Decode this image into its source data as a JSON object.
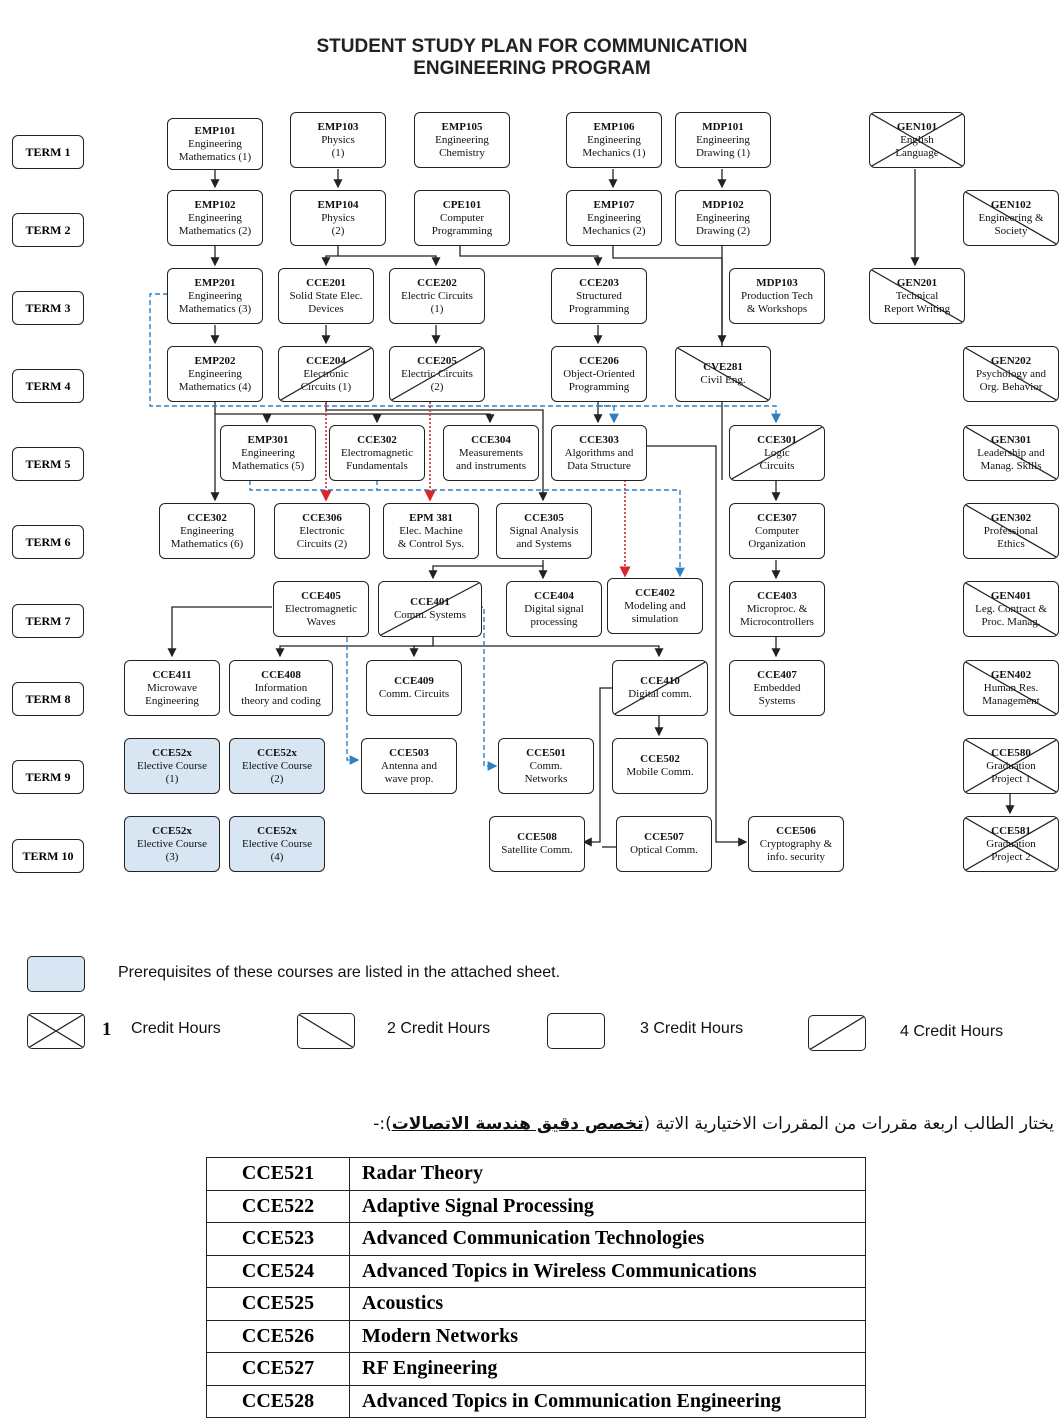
{
  "title": {
    "line1": "STUDENT STUDY PLAN FOR COMMUNICATION",
    "line2": "ENGINEERING PROGRAM"
  },
  "terms": [
    "TERM 1",
    "TERM 2",
    "TERM 3",
    "TERM 4",
    "TERM 5",
    "TERM 6",
    "TERM 7",
    "TERM 8",
    "TERM 9",
    "TERM 10"
  ],
  "courses": [
    {
      "id": "EMP101",
      "code": "EMP101",
      "name": "Engineering\nMathematics (1)",
      "term": 1,
      "credit": 3
    },
    {
      "id": "EMP103",
      "code": "EMP103",
      "name": "Physics\n(1)",
      "term": 1,
      "credit": 3
    },
    {
      "id": "EMP105",
      "code": "EMP105",
      "name": "Engineering\nChemistry",
      "term": 1,
      "credit": 3
    },
    {
      "id": "EMP106",
      "code": "EMP106",
      "name": "Engineering\nMechanics (1)",
      "term": 1,
      "credit": 3
    },
    {
      "id": "MDP101",
      "code": "MDP101",
      "name": "Engineering\nDrawing (1)",
      "term": 1,
      "credit": 3
    },
    {
      "id": "GEN101",
      "code": "GEN101",
      "name": "English\nLanguage",
      "term": 1,
      "credit": 1
    },
    {
      "id": "EMP102",
      "code": "EMP102",
      "name": "Engineering\nMathematics (2)",
      "term": 2,
      "credit": 3
    },
    {
      "id": "EMP104",
      "code": "EMP104",
      "name": "Physics\n(2)",
      "term": 2,
      "credit": 3
    },
    {
      "id": "CPE101",
      "code": "CPE101",
      "name": "Computer\nProgramming",
      "term": 2,
      "credit": 3
    },
    {
      "id": "EMP107",
      "code": "EMP107",
      "name": "Engineering\nMechanics (2)",
      "term": 2,
      "credit": 3
    },
    {
      "id": "MDP102",
      "code": "MDP102",
      "name": "Engineering\nDrawing (2)",
      "term": 2,
      "credit": 3
    },
    {
      "id": "GEN102",
      "code": "GEN102",
      "name": "Engineering &\nSociety",
      "term": 2,
      "credit": 2
    },
    {
      "id": "EMP201",
      "code": "EMP201",
      "name": "Engineering\nMathematics (3)",
      "term": 3,
      "credit": 3
    },
    {
      "id": "CCE201",
      "code": "CCE201",
      "name": "Solid State Elec.\nDevices",
      "term": 3,
      "credit": 3
    },
    {
      "id": "CCE202",
      "code": "CCE202",
      "name": "Electric Circuits\n(1)",
      "term": 3,
      "credit": 3
    },
    {
      "id": "CCE203",
      "code": "CCE203",
      "name": "Structured\nProgramming",
      "term": 3,
      "credit": 3
    },
    {
      "id": "MDP103",
      "code": "MDP103",
      "name": "Production Tech\n& Workshops",
      "term": 3,
      "credit": 3
    },
    {
      "id": "GEN201",
      "code": "GEN201",
      "name": "Technical\nReport Writing",
      "term": 3,
      "credit": 2
    },
    {
      "id": "EMP202",
      "code": "EMP202",
      "name": "Engineering\nMathematics (4)",
      "term": 4,
      "credit": 3
    },
    {
      "id": "CCE204",
      "code": "CCE204",
      "name": "Electronic\nCircuits (1)",
      "term": 4,
      "credit": 4
    },
    {
      "id": "CCE205",
      "code": "CCE205",
      "name": "Electric Circuits\n(2)",
      "term": 4,
      "credit": 4
    },
    {
      "id": "CCE206",
      "code": "CCE206",
      "name": "Object-Oriented\nProgramming",
      "term": 4,
      "credit": 3
    },
    {
      "id": "CVE281",
      "code": "CVE281",
      "name": "Civil Eng.",
      "term": 4,
      "credit": 2
    },
    {
      "id": "GEN202",
      "code": "GEN202",
      "name": "Psychology and\nOrg. Behavior",
      "term": 4,
      "credit": 2
    },
    {
      "id": "EMP301",
      "code": "EMP301",
      "name": "Engineering\nMathematics (5)",
      "term": 5,
      "credit": 3
    },
    {
      "id": "CCE302a",
      "code": "CCE302",
      "name": "Electromagnetic\nFundamentals",
      "term": 5,
      "credit": 3
    },
    {
      "id": "CCE304",
      "code": "CCE304",
      "name": "Measurements\nand instruments",
      "term": 5,
      "credit": 3
    },
    {
      "id": "CCE303",
      "code": "CCE303",
      "name": "Algorithms and\nData Structure",
      "term": 5,
      "credit": 3
    },
    {
      "id": "CCE301",
      "code": "CCE301",
      "name": "Logic\nCircuits",
      "term": 5,
      "credit": 4
    },
    {
      "id": "GEN301",
      "code": "GEN301",
      "name": "Leadership and\nManag. Skills",
      "term": 5,
      "credit": 2
    },
    {
      "id": "CCE302b",
      "code": "CCE302",
      "name": "Engineering\nMathematics (6)",
      "term": 6,
      "credit": 3
    },
    {
      "id": "CCE306",
      "code": "CCE306",
      "name": "Electronic\nCircuits (2)",
      "term": 6,
      "credit": 3
    },
    {
      "id": "EPM381",
      "code": "EPM 381",
      "name": "Elec. Machine\n& Control Sys.",
      "term": 6,
      "credit": 3
    },
    {
      "id": "CCE305",
      "code": "CCE305",
      "name": "Signal Analysis\nand Systems",
      "term": 6,
      "credit": 3
    },
    {
      "id": "CCE307",
      "code": "CCE307",
      "name": "Computer\nOrganization",
      "term": 6,
      "credit": 3
    },
    {
      "id": "GEN302",
      "code": "GEN302",
      "name": "Professional\nEthics",
      "term": 6,
      "credit": 2
    },
    {
      "id": "CCE405",
      "code": "CCE405",
      "name": "Electromagnetic\nWaves",
      "term": 7,
      "credit": 3
    },
    {
      "id": "CCE401",
      "code": "CCE401",
      "name": "Comm. Systems",
      "term": 7,
      "credit": 4
    },
    {
      "id": "CCE404",
      "code": "CCE404",
      "name": "Digital signal\nprocessing",
      "term": 7,
      "credit": 3
    },
    {
      "id": "CCE402",
      "code": "CCE402",
      "name": "Modeling and\nsimulation",
      "term": 7,
      "credit": 3
    },
    {
      "id": "CCE403",
      "code": "CCE403",
      "name": "Microproc. &\nMicrocontrollers",
      "term": 7,
      "credit": 3
    },
    {
      "id": "GEN401",
      "code": "GEN401",
      "name": "Leg. Contract &\nProc. Manag.",
      "term": 7,
      "credit": 2
    },
    {
      "id": "CCE411",
      "code": "CCE411",
      "name": "Microwave\nEngineering",
      "term": 8,
      "credit": 3
    },
    {
      "id": "CCE408",
      "code": "CCE408",
      "name": "Information\ntheory and coding",
      "term": 8,
      "credit": 3
    },
    {
      "id": "CCE409",
      "code": "CCE409",
      "name": "Comm. Circuits",
      "term": 8,
      "credit": 3
    },
    {
      "id": "CCE410",
      "code": "CCE410",
      "name": "Digital comm.",
      "term": 8,
      "credit": 4
    },
    {
      "id": "CCE407",
      "code": "CCE407",
      "name": "Embedded\nSystems",
      "term": 8,
      "credit": 3
    },
    {
      "id": "GEN402",
      "code": "GEN402",
      "name": "Human Res.\nManagement",
      "term": 8,
      "credit": 2
    },
    {
      "id": "CCE52x_1",
      "code": "CCE52x",
      "name": "Elective Course\n(1)",
      "term": 9,
      "credit": 3,
      "elective": true
    },
    {
      "id": "CCE52x_2",
      "code": "CCE52x",
      "name": "Elective Course\n(2)",
      "term": 9,
      "credit": 3,
      "elective": true
    },
    {
      "id": "CCE503",
      "code": "CCE503",
      "name": "Antenna and\nwave prop.",
      "term": 9,
      "credit": 3
    },
    {
      "id": "CCE501",
      "code": "CCE501",
      "name": "Comm.\nNetworks",
      "term": 9,
      "credit": 3
    },
    {
      "id": "CCE502",
      "code": "CCE502",
      "name": "Mobile Comm.",
      "term": 9,
      "credit": 3
    },
    {
      "id": "CCE580",
      "code": "CCE580",
      "name": "Graduation\nProject 1",
      "term": 9,
      "credit": 1
    },
    {
      "id": "CCE52x_3",
      "code": "CCE52x",
      "name": "Elective Course\n(3)",
      "term": 10,
      "credit": 3,
      "elective": true
    },
    {
      "id": "CCE52x_4",
      "code": "CCE52x",
      "name": "Elective Course\n(4)",
      "term": 10,
      "credit": 3,
      "elective": true
    },
    {
      "id": "CCE508",
      "code": "CCE508",
      "name": "Satellite Comm.",
      "term": 10,
      "credit": 3
    },
    {
      "id": "CCE507",
      "code": "CCE507",
      "name": "Optical Comm.",
      "term": 10,
      "credit": 3
    },
    {
      "id": "CCE506",
      "code": "CCE506",
      "name": "Cryptography &\ninfo. security",
      "term": 10,
      "credit": 3
    },
    {
      "id": "CCE581",
      "code": "CCE581",
      "name": "Graduation\nProject 2",
      "term": 10,
      "credit": 1
    }
  ],
  "legend": {
    "elective_note": "Prerequisites of these courses are listed in the attached sheet.",
    "one_number": "1",
    "one_credit": "Credit Hours",
    "two_credit": "2 Credit Hours",
    "three_credit": "3 Credit Hours",
    "four_credit": "4 Credit Hours",
    "elective_fill": "#d8e5f2"
  },
  "arabic_note": {
    "prefix": "يختار الطالب اربعة مقررات من المقررات الاختيارية الاتية (",
    "underlined": "تخصص دقيق هندسة الاتصالات",
    "suffix": "):-"
  },
  "electives": [
    {
      "code": "CCE521",
      "title": "Radar Theory"
    },
    {
      "code": "CCE522",
      "title": "Adaptive Signal Processing"
    },
    {
      "code": "CCE523",
      "title": "Advanced Communication Technologies"
    },
    {
      "code": "CCE524",
      "title": "Advanced Topics in  Wireless Communications"
    },
    {
      "code": "CCE525",
      "title": "Acoustics"
    },
    {
      "code": "CCE526",
      "title": "Modern Networks"
    },
    {
      "code": "CCE527",
      "title": "RF Engineering"
    },
    {
      "code": "CCE528",
      "title": "Advanced Topics in Communication Engineering"
    }
  ],
  "colors": {
    "red_arrow": "#d9262c",
    "blue_arrow": "#2f7fc1",
    "line": "#222222"
  }
}
